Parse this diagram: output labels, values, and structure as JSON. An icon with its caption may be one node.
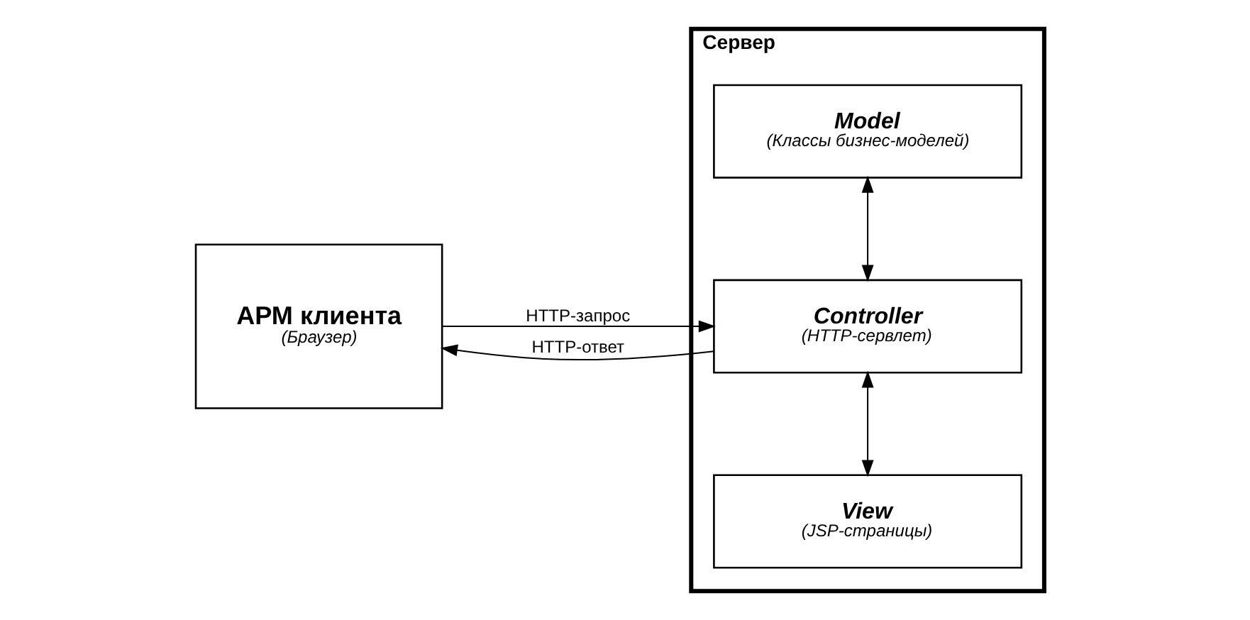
{
  "diagram": {
    "nodes": [
      {
        "text": [
          "АРМ клиента",
          "(Браузер)"
        ]
      },
      {
        "text": [
          "Сервер"
        ]
      },
      {
        "text": [
          "View",
          "(JSP-страницы)"
        ],
        "in": 1
      },
      {
        "text": [
          "Controller",
          "(HTTP-сервлет)"
        ],
        "in": 1
      },
      {
        "text": [
          "Model",
          "(Классы бизнес-моделей)"
        ],
        "in": 1
      }
    ],
    "edges": [
      {
        "from": 0,
        "to": 3,
        "arrow": "to",
        "label": "HTTP-запрос"
      },
      {
        "from": 3,
        "to": 0,
        "arrow": "to",
        "label": "HTTP-ответ"
      },
      {
        "from": 2,
        "to": 3,
        "arrow": "both"
      },
      {
        "from": 3,
        "to": 4,
        "arrow": "both"
      }
    ]
  }
}
